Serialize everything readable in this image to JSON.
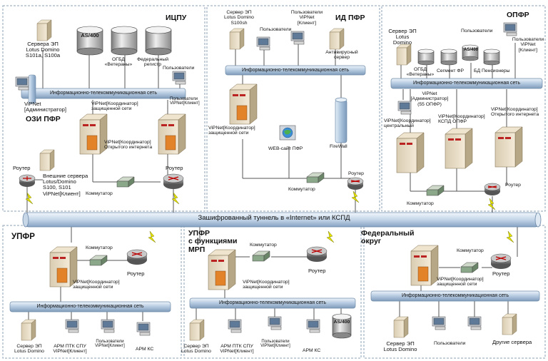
{
  "regions": {
    "icpu": "ИЦПУ",
    "id_pfr": "ИД ПФР",
    "opfr": "ОПФР",
    "ozi": "ОЗИ ПФР",
    "upfr": "УПФР",
    "upfr_mrp": "УПФР\nс функциями\nМРП",
    "federal": "Федеральный\nокруг"
  },
  "buses": {
    "itks": "Информационно-телекоммуникационная сеть",
    "tunnel": "Зашифрованный туннель в «Internet» или КСПД"
  },
  "icpu": {
    "servers_ep": "Сервера ЭП\nLotus Domino\nS101a, S100a",
    "as400": "AS/400",
    "ogbd": "ОГБД\n«Ветераны»",
    "fed_registry": "Федеральный\nрегистр",
    "users": "Пользователи",
    "vipnet_admin": "ViPNet\n[Администратор]",
    "clients": "Пользователи\nViPNet[Клиент]",
    "coord_protected": "ViPNet[Координатор]\nзащищенной сети",
    "coord_open": "ViPNet[Координатор]\nОткрытого интернета",
    "ext_servers": "Внешние сервера\nLotus/Domino\nS100, S101\nViPNet[Клиент]",
    "router_left": "Роутер",
    "router_right": "Роутер",
    "switch": "Коммутатор"
  },
  "idpfr": {
    "server_ep": "Сервер ЭП\nLotus Domino\nS100sh",
    "users": "Пользователи",
    "users_vipnet": "Пользователи\nViPNet\n[Клиент]",
    "antivirus": "Антивирусный\nсервер",
    "coord_protected": "ViPNet[Координатор]\nзащищенной сети",
    "website": "WEB-сайт ПФР",
    "firewall": "FireWall",
    "switch": "Коммутатор",
    "router": "Роутер"
  },
  "opfr": {
    "server_ep": "Сервер ЭП\nLotus\nDomino",
    "users": "Пользователи",
    "users_vipnet": "Пользователи\nViPNet\n[Клиент]",
    "as400": "AS/400",
    "ogbd": "ОГБД\n«Ветераны»",
    "segment": "Сегмент ФР",
    "bd_pens": "БД Пенсионеры",
    "vipnet_admin": "ViPNet\n[Администратор]\n(55 ОПФР)",
    "coord_central": "ViPNet[Координатор]\nцентральный",
    "coord_kspd": "ViPNet[Координатор]\nКСПД ОПФР",
    "coord_open": "ViPNet[Координатор]\nОткрытого интернета",
    "switch": "Коммутатор",
    "router": "Роутер"
  },
  "upfr": {
    "switch": "Коммутатор",
    "router": "Роутер",
    "coord": "ViPNet[Координатор]\nзащищенной сети",
    "server_ep": "Сервер ЭП\nLotus Domino",
    "arm_ptk": "АРМ ПТК СПУ\nViPNet[Клиент]",
    "users": "Пользователи\nViPNet[Клиент]",
    "arm_ks": "АРМ КС"
  },
  "upfr_mrp": {
    "switch": "Коммутатор",
    "router": "Роутер",
    "coord": "ViPNet[Координатор]\nзащищенной сети",
    "server_ep": "Сервер ЭП\nLotus Domino",
    "arm_ptk": "АРМ ПТК СПУ\nViPNet[Клиент]",
    "users": "Пользователи\nViPNet[Клиент]",
    "as400": "AS/400",
    "arm_ks": "АРМ КС"
  },
  "federal": {
    "switch": "Коммутатор",
    "router": "Роутер",
    "coord": "ViPNet[Координатор]\nзащищенной сети",
    "server_ep": "Сервер ЭП\nLotus Domino",
    "users": "Пользователи",
    "other_servers": "Другие сервера"
  }
}
